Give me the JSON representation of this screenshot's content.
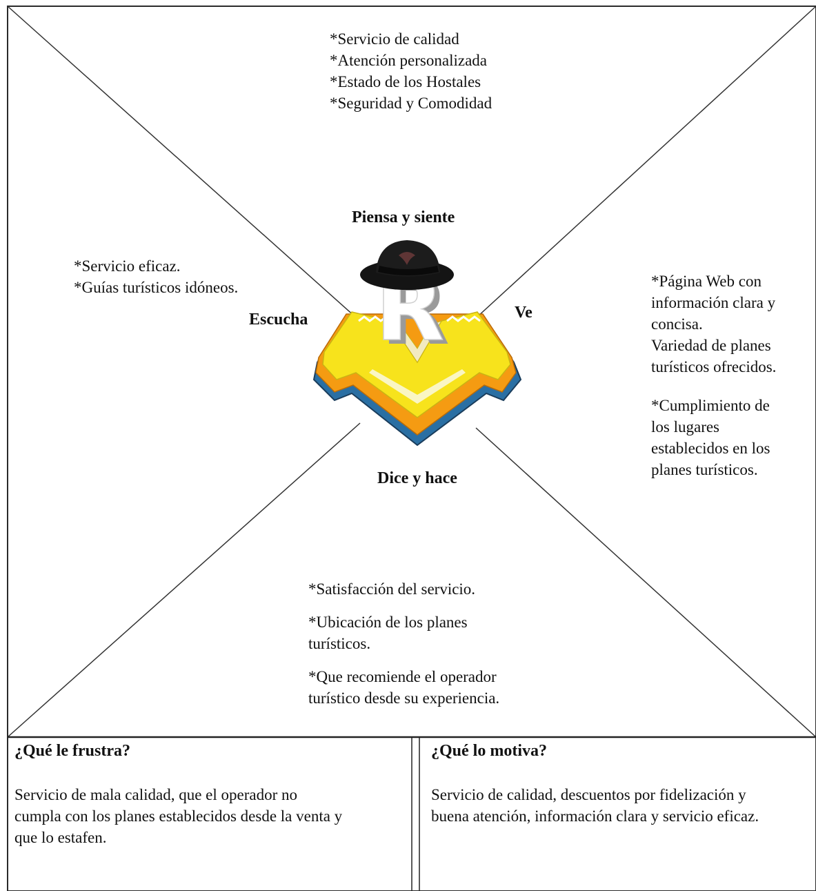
{
  "quadrants": {
    "top": {
      "label": "Piensa y siente",
      "items": [
        "*Servicio de calidad",
        "*Atención personalizada",
        "*Estado de los Hostales",
        "*Seguridad y Comodidad"
      ]
    },
    "left": {
      "label": "Escucha",
      "items": [
        "*Servicio eficaz.",
        "*Guías turísticos idóneos."
      ]
    },
    "right": {
      "label": "Ve",
      "lines": [
        "*Página Web con",
        "información clara y",
        "concisa.",
        "Variedad de planes",
        "turísticos ofrecidos.",
        "",
        "*Cumplimiento de",
        "los lugares",
        "establecidos en los",
        "planes turísticos."
      ]
    },
    "bottom": {
      "label": "Dice y hace",
      "p1": "*Satisfacción del servicio.",
      "p2_lines": [
        "*Ubicación de los planes",
        "turísticos."
      ],
      "p3_lines": [
        "*Que recomiende el operador",
        "turístico desde su experiencia."
      ]
    }
  },
  "frustra": {
    "title": "¿Qué le frustra?",
    "lines": [
      "Servicio de mala calidad, que el operador no",
      "cumpla con los planes establecidos desde la venta y",
      "que lo estafen."
    ]
  },
  "motiva": {
    "title": "¿Qué lo motiva?",
    "lines": [
      "Servicio de calidad, descuentos por fidelización y",
      "buena atención, información clara y servicio eficaz."
    ]
  },
  "figure": {
    "letter": "R",
    "hat_color": "#141414",
    "poncho_colors": [
      "#f7e31c",
      "#f59b12",
      "#2a6fa3"
    ]
  }
}
